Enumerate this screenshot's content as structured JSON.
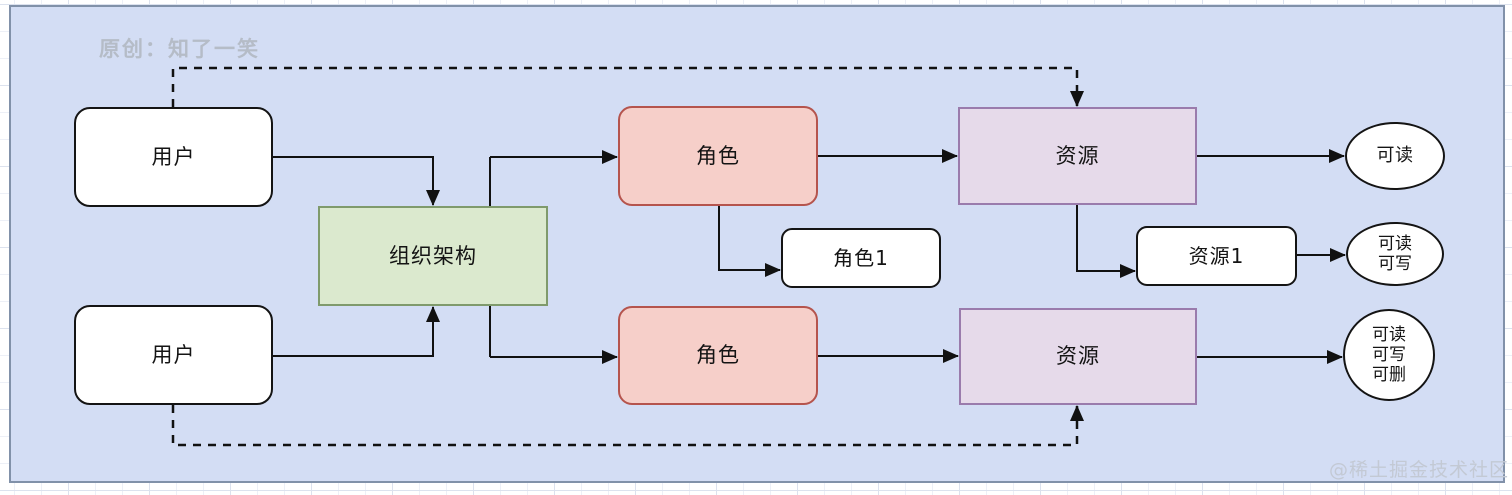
{
  "canvas": {
    "watermark_top": "原创：知了一笑",
    "watermark_bottom": "@稀土掘金技术社区",
    "background_color": "#d3ddf4",
    "border_color": "#8191a9"
  },
  "colors": {
    "node_white_fill": "#ffffff",
    "node_stroke_black": "#141414",
    "green_fill": "#dbe9ce",
    "green_stroke": "#7f9a6c",
    "pink_fill": "#f6cfc9",
    "pink_stroke": "#b5544d",
    "purple_fill": "#e6daea",
    "purple_stroke": "#9a7bac",
    "wire_color": "#111111"
  },
  "nodes": {
    "user_top": {
      "label": "用户"
    },
    "user_bottom": {
      "label": "用户"
    },
    "org": {
      "label": "组织架构"
    },
    "role_top": {
      "label": "角色"
    },
    "role_bottom": {
      "label": "角色"
    },
    "role1": {
      "label": "角色1"
    },
    "resource_top": {
      "label": "资源"
    },
    "resource_bottom": {
      "label": "资源"
    },
    "resource1": {
      "label": "资源1"
    },
    "perm_read": {
      "lines": [
        "可读"
      ]
    },
    "perm_read_write": {
      "lines": [
        "可读",
        "可写"
      ]
    },
    "perm_read_write_delete": {
      "lines": [
        "可读",
        "可写",
        "可删"
      ]
    }
  },
  "edges": [
    {
      "from": "user-top",
      "to": "org",
      "style": "solid"
    },
    {
      "from": "user-bottom",
      "to": "org",
      "style": "solid"
    },
    {
      "from": "org",
      "to": "role-top",
      "style": "solid"
    },
    {
      "from": "org",
      "to": "role-bottom",
      "style": "solid"
    },
    {
      "from": "role-top",
      "to": "resource-top",
      "style": "solid"
    },
    {
      "from": "role-bottom",
      "to": "resource-bottom",
      "style": "solid"
    },
    {
      "from": "role-top",
      "to": "role1",
      "style": "solid"
    },
    {
      "from": "resource-top",
      "to": "resource1",
      "style": "solid"
    },
    {
      "from": "resource-top",
      "to": "perm-read",
      "style": "solid"
    },
    {
      "from": "resource1",
      "to": "perm-read-write",
      "style": "solid"
    },
    {
      "from": "resource-bottom",
      "to": "perm-read-write-delete",
      "style": "solid"
    },
    {
      "from": "user-top",
      "to": "resource-top",
      "style": "dashed"
    },
    {
      "from": "user-bottom",
      "to": "resource-bottom",
      "style": "dashed"
    }
  ]
}
